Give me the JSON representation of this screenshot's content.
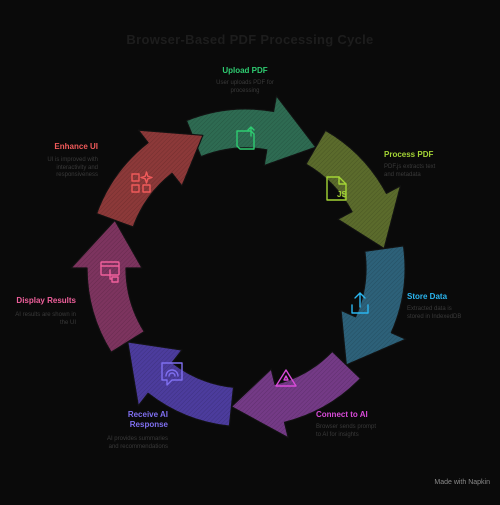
{
  "title": "Browser-Based PDF Processing Cycle",
  "footer": "Made with Napkin",
  "steps": [
    {
      "label": "Upload PDF",
      "desc": "User uploads PDF for processing",
      "color": "#2ecc71",
      "segment": "#2e6b52",
      "icon": "upload-file-icon"
    },
    {
      "label": "Process PDF",
      "desc": "PDF.js extracts text and metadata",
      "color": "#a3d435",
      "segment": "#5b6b2c",
      "icon": "js-file-icon"
    },
    {
      "label": "Store Data",
      "desc": "Extracted data is stored in IndexedDB",
      "color": "#2ab6f0",
      "segment": "#2d6179",
      "icon": "tray-upload-icon"
    },
    {
      "label": "Connect to AI",
      "desc": "Browser sends prompt to AI for insights",
      "color": "#d94bd9",
      "segment": "#743a86",
      "icon": "ai-triangle-icon"
    },
    {
      "label": "Receive AI Response",
      "desc": "AI provides summaries and recommendations",
      "color": "#7f6ff0",
      "segment": "#4c3c9d",
      "icon": "rainbow-chat-icon"
    },
    {
      "label": "Display Results",
      "desc": "AI results are shown in the UI",
      "color": "#f0609c",
      "segment": "#7d345f",
      "icon": "sitemap-window-icon"
    },
    {
      "label": "Enhance UI",
      "desc": "UI is improved with interactivity and responsiveness",
      "color": "#f05a5a",
      "segment": "#8c3939",
      "icon": "grid-sparkle-icon"
    }
  ]
}
